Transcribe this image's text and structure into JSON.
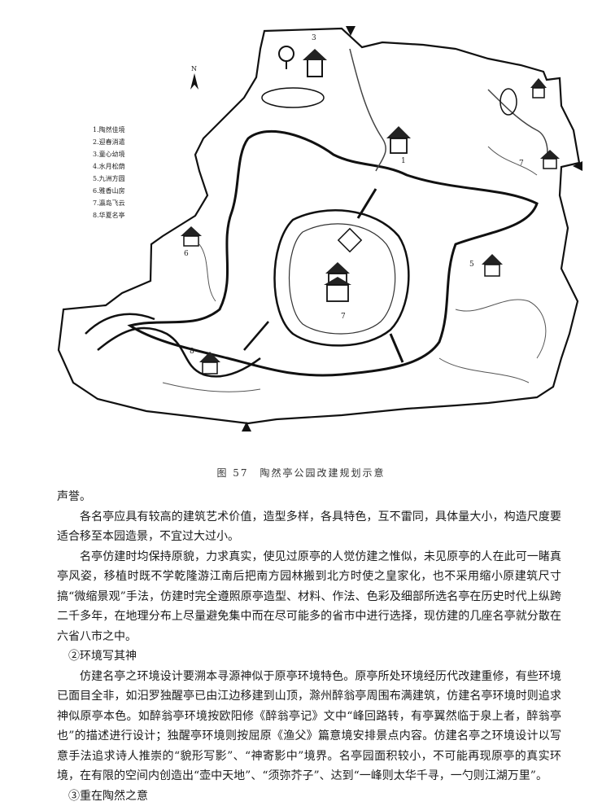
{
  "figure": {
    "caption": "图 57　陶然亭公园改建规划示意",
    "legend": [
      "1.陶然佳境",
      "2.迎春消遣",
      "3.童心幼境",
      "4.水月松荫",
      "5.九洲方圆",
      "6.雅香山房",
      "7.瀛岛飞云",
      "8.华夏名亭"
    ],
    "north_label": "N",
    "area_numbers": [
      "3",
      "1",
      "7",
      "5",
      "7",
      "6",
      "8"
    ]
  },
  "text": {
    "line0": "声誉。",
    "para1": "各名亭应具有较高的建筑艺术价值，造型多样，各具特色，互不雷同，具体量大小，构造尺度要适合移至本园造景，不宜过大过小。",
    "para2": "名亭仿建时均保持原貌，力求真实，使见过原亭的人觉仿建之惟似，未见原亭的人在此可一睹真亭风姿，移植时既不学乾隆游江南后把南方园林搬到北方时使之皇家化，也不采用缩小原建筑尺寸搞“微缩景观”手法，仿建时完全遵照原亭造型、材料、作法、色彩及细部所选名亭在历史时代上纵跨二千多年，在地理分布上尽量避免集中而在尽可能多的省市中进行选择，现仿建的几座名亭就分散在六省八市之中。",
    "heading2": "②环境写其神",
    "para3": "仿建名亭之环境设计要溯本寻源神似于原亭环境特色。原亭所处环境经历代改建重修，有些环境已面目全非，如汨罗独醒亭已由江边移建到山顶，滁州醉翁亭周围布满建筑，仿建名亭环境时则追求神似原亭本色。如醉翁亭环境按欧阳修《醉翁亭记》文中“峰回路转，有亭翼然临于泉上者，醉翁亭也”的描述进行设计；独醒亭环境则按屈原《渔父》篇意境安排景点内容。仿建名亭之环境设计以写意手法追求诗人推崇的“貌形写影”、“神寄影中”境界。名亭园面积较小，不可能再现原亭的真实环境，在有限的空间内创造出“壶中天地”、“须弥芥子”、达到“一峰则太华千寻，一勺则江湖万里”。",
    "heading3": "③重在陶然之意"
  }
}
